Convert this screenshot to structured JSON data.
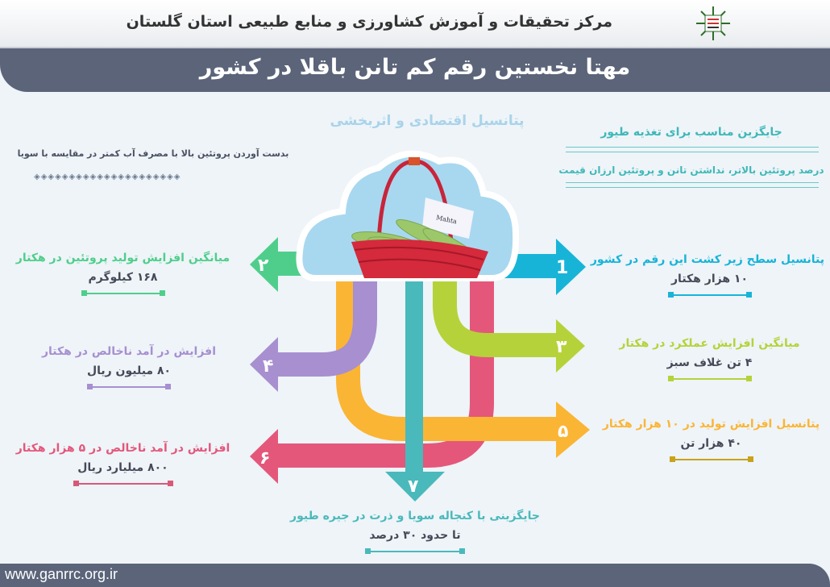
{
  "header": {
    "organization": "مرکز تحقیقات و آموزش کشاورزی و منابع طبیعی استان گلستان",
    "logo_icon": "institute-emblem-icon"
  },
  "banner": {
    "title": "مهتا نخستین رقم کم تانن باقلا در کشور"
  },
  "subtitle": "پتانسیل اقتصادی و اثربخشی",
  "left_note": {
    "text": "بدست آوردن پروتئین بالا با مصرف آب کمتر در مقایسه با سویا",
    "ornament": "◈◈◈◈◈◈◈◈◈◈◈◈◈◈◈◈◈◈◈◈◈"
  },
  "right_notes": [
    "جایگزین مناسب برای تغذیه طیور",
    "درصد پروتئین بالاتر، نداشتن تانن و پروتئین ارزان قیمت"
  ],
  "image": {
    "label": "Mahta"
  },
  "items": [
    {
      "number": "1",
      "heading": "پتانسیل سطح زیر کشت این رقم در کشور",
      "value": "۱۰ هزار هکتار",
      "color": "#18b4d8"
    },
    {
      "number": "۲",
      "heading": "میانگین افزایش تولید پروتئین در هکتار",
      "value": "۱۶۸ کیلوگرم",
      "color": "#4fce8b"
    },
    {
      "number": "۳",
      "heading": "میانگین افزایش عملکرد در هکتار",
      "value": "۴ تن غلاف سبز",
      "color": "#b6d23a"
    },
    {
      "number": "۴",
      "heading": "افزایش در آمد ناخالص در هکتار",
      "value": "۸۰ میلیون ریال",
      "color": "#a78fd0"
    },
    {
      "number": "۵",
      "heading": "پتانسیل افزایش تولید در ۱۰ هزار هکتار",
      "value": "۴۰ هزار تن",
      "color": "#fbb535"
    },
    {
      "number": "۶",
      "heading": "افزایش در آمد ناخالص در ۵ هزار هکتار",
      "value": "۸۰۰ میلیارد ریال",
      "color": "#e4577b"
    },
    {
      "number": "۷",
      "heading": "جایگزینی با کنجاله سویا و ذرت در جیره طیور",
      "value": "تا حدود ۳۰ درصد",
      "color": "#4ab9bb"
    }
  ],
  "footer": {
    "url": "www.ganrrc.org.ir"
  }
}
